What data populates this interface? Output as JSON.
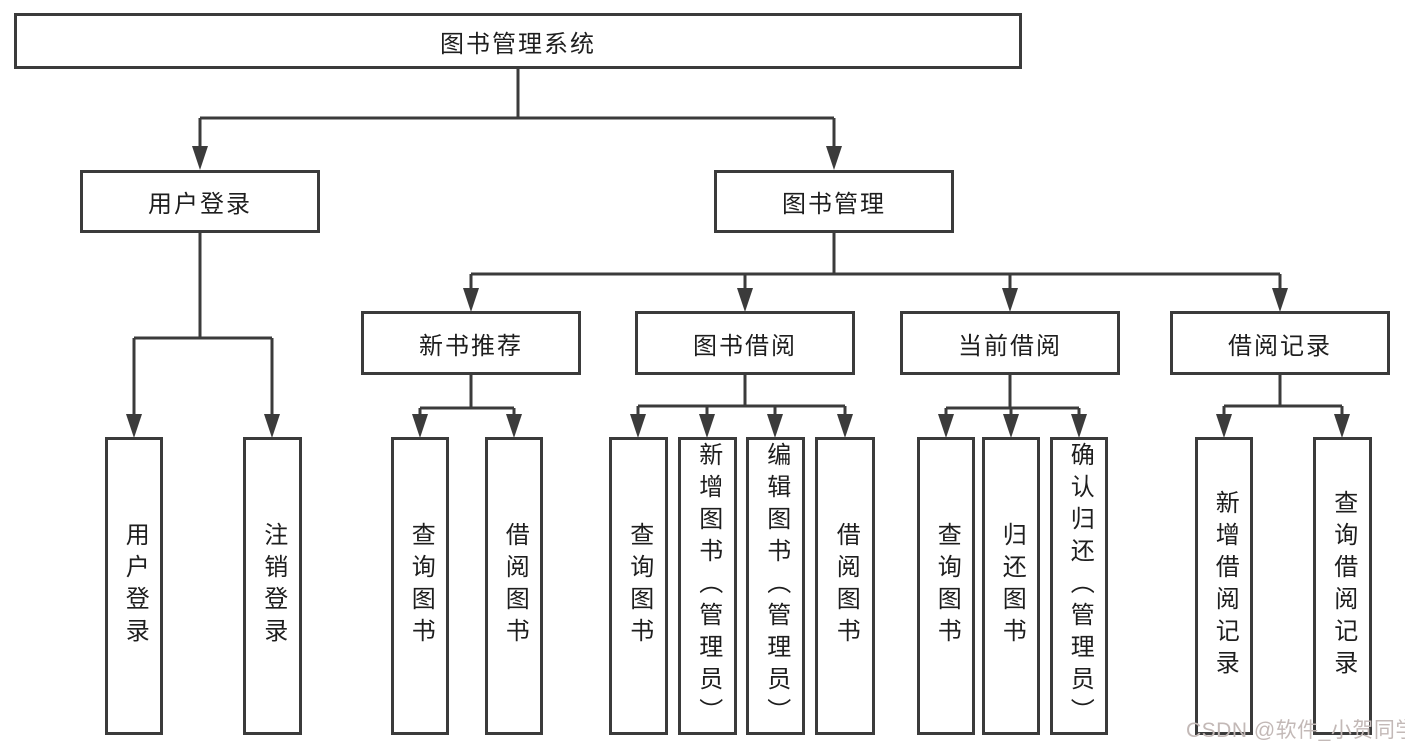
{
  "colors": {
    "background": "#ffffff",
    "line": "#3b3b3b",
    "box_border": "#3b3b3b",
    "text": "#1e1e1e",
    "watermark": "#c3b9b7"
  },
  "watermark": {
    "text": "CSDN @软件_小贺同学"
  },
  "chart_data": {
    "type": "tree-diagram"
  },
  "tree": {
    "label": "图书管理系统",
    "children": [
      {
        "label": "用户登录",
        "children": [
          {
            "label": "用户登录"
          },
          {
            "label": "注销登录"
          }
        ]
      },
      {
        "label": "图书管理",
        "children": [
          {
            "label": "新书推荐",
            "children": [
              {
                "label": "查询图书"
              },
              {
                "label": "借阅图书"
              }
            ]
          },
          {
            "label": "图书借阅",
            "children": [
              {
                "label": "查询图书"
              },
              {
                "label": "新增图书（管理员）"
              },
              {
                "label": "编辑图书（管理员）"
              },
              {
                "label": "借阅图书"
              }
            ]
          },
          {
            "label": "当前借阅",
            "children": [
              {
                "label": "查询图书"
              },
              {
                "label": "归还图书"
              },
              {
                "label": "确认归还（管理员）"
              }
            ]
          },
          {
            "label": "借阅记录",
            "children": [
              {
                "label": "新增借阅记录"
              },
              {
                "label": "查询借阅记录"
              }
            ]
          }
        ]
      }
    ]
  }
}
